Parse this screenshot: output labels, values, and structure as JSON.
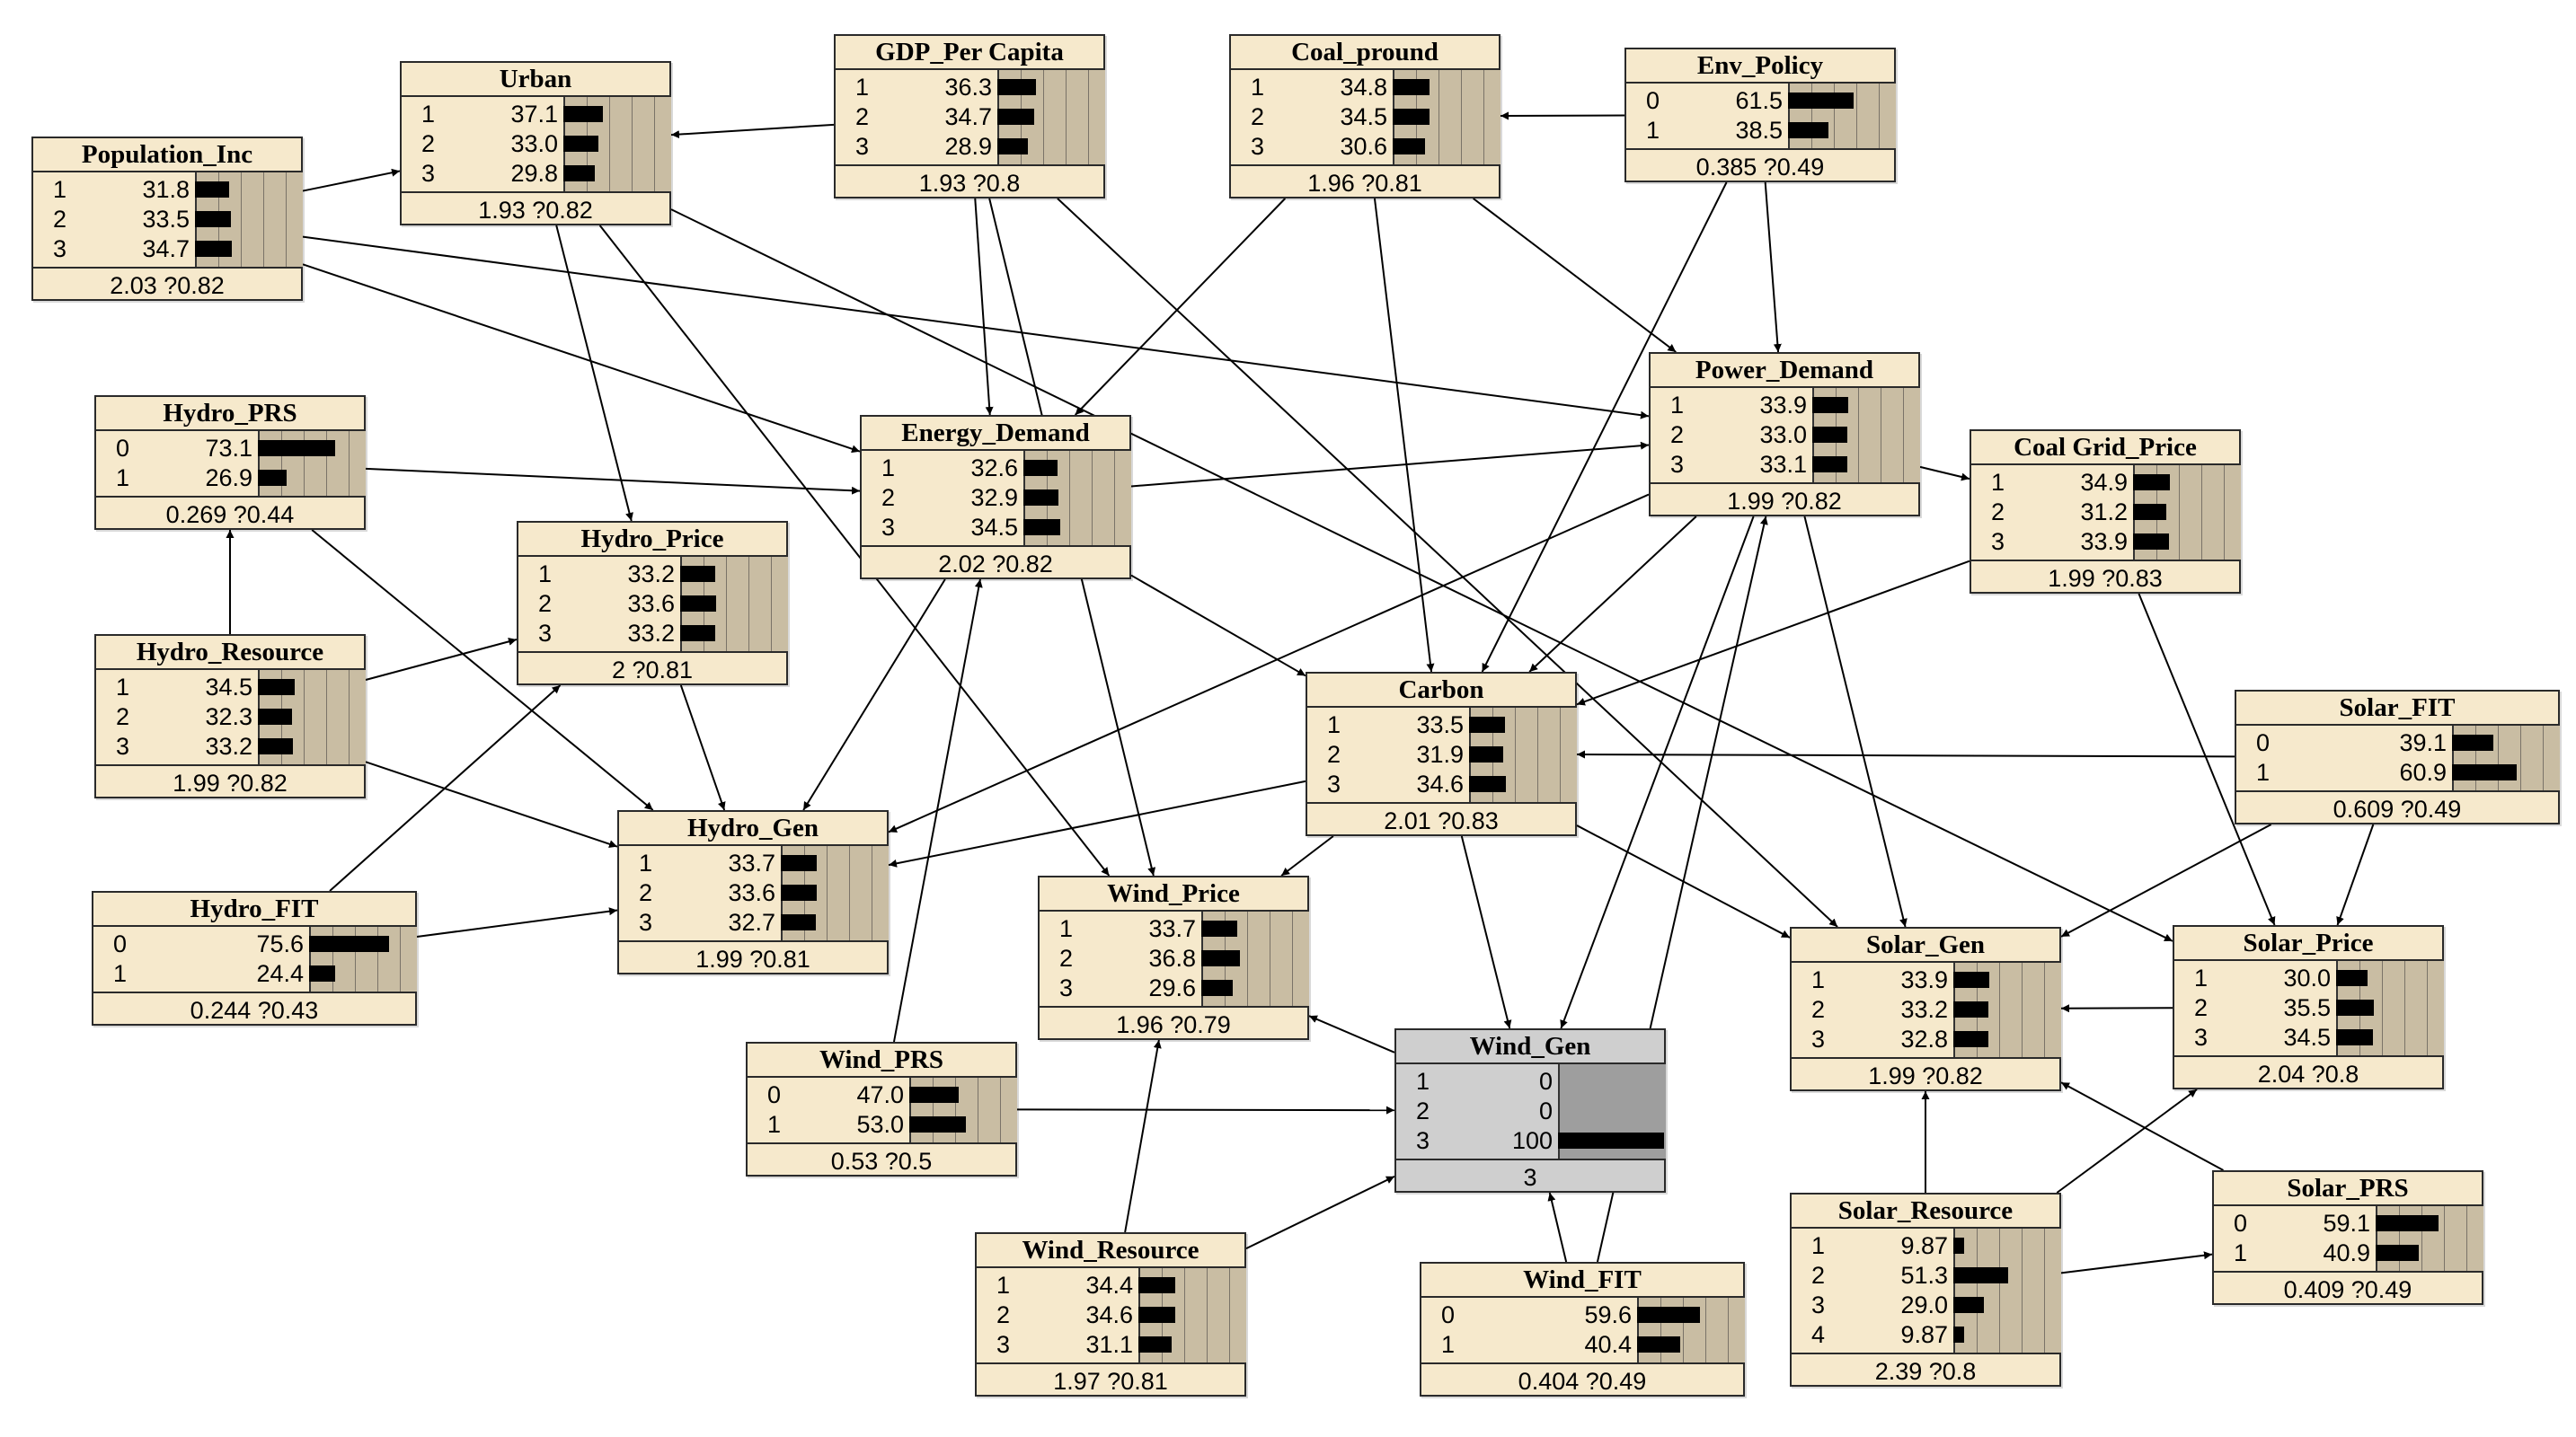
{
  "nodes": [
    {
      "id": "population_inc",
      "title": "Population_Inc",
      "states": [
        {
          "name": "1",
          "value": "31.8",
          "pct": 31.8
        },
        {
          "name": "2",
          "value": "33.5",
          "pct": 33.5
        },
        {
          "name": "3",
          "value": "34.7",
          "pct": 34.7
        }
      ],
      "stats": "2.03 ?0.82"
    },
    {
      "id": "urban",
      "title": "Urban",
      "states": [
        {
          "name": "1",
          "value": "37.1",
          "pct": 37.1
        },
        {
          "name": "2",
          "value": "33.0",
          "pct": 33.0
        },
        {
          "name": "3",
          "value": "29.8",
          "pct": 29.8
        }
      ],
      "stats": "1.93 ?0.82"
    },
    {
      "id": "gdp_per_capita",
      "title": "GDP_Per Capita",
      "states": [
        {
          "name": "1",
          "value": "36.3",
          "pct": 36.3
        },
        {
          "name": "2",
          "value": "34.7",
          "pct": 34.7
        },
        {
          "name": "3",
          "value": "28.9",
          "pct": 28.9
        }
      ],
      "stats": "1.93 ?0.8"
    },
    {
      "id": "coal_pround",
      "title": "Coal_pround",
      "states": [
        {
          "name": "1",
          "value": "34.8",
          "pct": 34.8
        },
        {
          "name": "2",
          "value": "34.5",
          "pct": 34.5
        },
        {
          "name": "3",
          "value": "30.6",
          "pct": 30.6
        }
      ],
      "stats": "1.96 ?0.81"
    },
    {
      "id": "env_policy",
      "title": "Env_Policy",
      "states": [
        {
          "name": "0",
          "value": "61.5",
          "pct": 61.5
        },
        {
          "name": "1",
          "value": "38.5",
          "pct": 38.5
        }
      ],
      "stats": "0.385 ?0.49"
    },
    {
      "id": "hydro_prs",
      "title": "Hydro_PRS",
      "states": [
        {
          "name": "0",
          "value": "73.1",
          "pct": 73.1
        },
        {
          "name": "1",
          "value": "26.9",
          "pct": 26.9
        }
      ],
      "stats": "0.269 ?0.44"
    },
    {
      "id": "energy_demand",
      "title": "Energy_Demand",
      "states": [
        {
          "name": "1",
          "value": "32.6",
          "pct": 32.6
        },
        {
          "name": "2",
          "value": "32.9",
          "pct": 32.9
        },
        {
          "name": "3",
          "value": "34.5",
          "pct": 34.5
        }
      ],
      "stats": "2.02 ?0.82"
    },
    {
      "id": "power_demand",
      "title": "Power_Demand",
      "states": [
        {
          "name": "1",
          "value": "33.9",
          "pct": 33.9
        },
        {
          "name": "2",
          "value": "33.0",
          "pct": 33.0
        },
        {
          "name": "3",
          "value": "33.1",
          "pct": 33.1
        }
      ],
      "stats": "1.99 ?0.82"
    },
    {
      "id": "coal_grid_price",
      "title": "Coal Grid_Price",
      "states": [
        {
          "name": "1",
          "value": "34.9",
          "pct": 34.9
        },
        {
          "name": "2",
          "value": "31.2",
          "pct": 31.2
        },
        {
          "name": "3",
          "value": "33.9",
          "pct": 33.9
        }
      ],
      "stats": "1.99 ?0.83"
    },
    {
      "id": "hydro_price",
      "title": "Hydro_Price",
      "states": [
        {
          "name": "1",
          "value": "33.2",
          "pct": 33.2
        },
        {
          "name": "2",
          "value": "33.6",
          "pct": 33.6
        },
        {
          "name": "3",
          "value": "33.2",
          "pct": 33.2
        }
      ],
      "stats": "2 ?0.81"
    },
    {
      "id": "hydro_resource",
      "title": "Hydro_Resource",
      "states": [
        {
          "name": "1",
          "value": "34.5",
          "pct": 34.5
        },
        {
          "name": "2",
          "value": "32.3",
          "pct": 32.3
        },
        {
          "name": "3",
          "value": "33.2",
          "pct": 33.2
        }
      ],
      "stats": "1.99 ?0.82"
    },
    {
      "id": "carbon",
      "title": "Carbon",
      "states": [
        {
          "name": "1",
          "value": "33.5",
          "pct": 33.5
        },
        {
          "name": "2",
          "value": "31.9",
          "pct": 31.9
        },
        {
          "name": "3",
          "value": "34.6",
          "pct": 34.6
        }
      ],
      "stats": "2.01 ?0.83"
    },
    {
      "id": "solar_fit",
      "title": "Solar_FIT",
      "states": [
        {
          "name": "0",
          "value": "39.1",
          "pct": 39.1
        },
        {
          "name": "1",
          "value": "60.9",
          "pct": 60.9
        }
      ],
      "stats": "0.609 ?0.49"
    },
    {
      "id": "hydro_gen",
      "title": "Hydro_Gen",
      "states": [
        {
          "name": "1",
          "value": "33.7",
          "pct": 33.7
        },
        {
          "name": "2",
          "value": "33.6",
          "pct": 33.6
        },
        {
          "name": "3",
          "value": "32.7",
          "pct": 32.7
        }
      ],
      "stats": "1.99 ?0.81"
    },
    {
      "id": "hydro_fit",
      "title": "Hydro_FIT",
      "states": [
        {
          "name": "0",
          "value": "75.6",
          "pct": 75.6
        },
        {
          "name": "1",
          "value": "24.4",
          "pct": 24.4
        }
      ],
      "stats": "0.244 ?0.43"
    },
    {
      "id": "wind_price",
      "title": "Wind_Price",
      "states": [
        {
          "name": "1",
          "value": "33.7",
          "pct": 33.7
        },
        {
          "name": "2",
          "value": "36.8",
          "pct": 36.8
        },
        {
          "name": "3",
          "value": "29.6",
          "pct": 29.6
        }
      ],
      "stats": "1.96 ?0.79"
    },
    {
      "id": "solar_gen",
      "title": "Solar_Gen",
      "states": [
        {
          "name": "1",
          "value": "33.9",
          "pct": 33.9
        },
        {
          "name": "2",
          "value": "33.2",
          "pct": 33.2
        },
        {
          "name": "3",
          "value": "32.8",
          "pct": 32.8
        }
      ],
      "stats": "1.99 ?0.82"
    },
    {
      "id": "solar_price",
      "title": "Solar_Price",
      "states": [
        {
          "name": "1",
          "value": "30.0",
          "pct": 30.0
        },
        {
          "name": "2",
          "value": "35.5",
          "pct": 35.5
        },
        {
          "name": "3",
          "value": "34.5",
          "pct": 34.5
        }
      ],
      "stats": "2.04 ?0.8"
    },
    {
      "id": "wind_prs",
      "title": "Wind_PRS",
      "states": [
        {
          "name": "0",
          "value": "47.0",
          "pct": 47.0
        },
        {
          "name": "1",
          "value": "53.0",
          "pct": 53.0
        }
      ],
      "stats": "0.53 ?0.5"
    },
    {
      "id": "wind_gen",
      "title": "Wind_Gen",
      "evidence": true,
      "states": [
        {
          "name": "1",
          "value": "0",
          "pct": 0
        },
        {
          "name": "2",
          "value": "0",
          "pct": 0
        },
        {
          "name": "3",
          "value": "100",
          "pct": 100
        }
      ],
      "stats": "3"
    },
    {
      "id": "solar_resource",
      "title": "Solar_Resource",
      "states": [
        {
          "name": "1",
          "value": "9.87",
          "pct": 9.87
        },
        {
          "name": "2",
          "value": "51.3",
          "pct": 51.3
        },
        {
          "name": "3",
          "value": "29.0",
          "pct": 29.0
        },
        {
          "name": "4",
          "value": "9.87",
          "pct": 9.87
        }
      ],
      "stats": "2.39 ?0.8"
    },
    {
      "id": "solar_prs",
      "title": "Solar_PRS",
      "states": [
        {
          "name": "0",
          "value": "59.1",
          "pct": 59.1
        },
        {
          "name": "1",
          "value": "40.9",
          "pct": 40.9
        }
      ],
      "stats": "0.409 ?0.49"
    },
    {
      "id": "wind_resource",
      "title": "Wind_Resource",
      "states": [
        {
          "name": "1",
          "value": "34.4",
          "pct": 34.4
        },
        {
          "name": "2",
          "value": "34.6",
          "pct": 34.6
        },
        {
          "name": "3",
          "value": "31.1",
          "pct": 31.1
        }
      ],
      "stats": "1.97 ?0.81"
    },
    {
      "id": "wind_fit",
      "title": "Wind_FIT",
      "states": [
        {
          "name": "0",
          "value": "59.6",
          "pct": 59.6
        },
        {
          "name": "1",
          "value": "40.4",
          "pct": 40.4
        }
      ],
      "stats": "0.404 ?0.49"
    }
  ],
  "edges": [
    [
      "population_inc",
      "urban"
    ],
    [
      "population_inc",
      "energy_demand"
    ],
    [
      "population_inc",
      "power_demand"
    ],
    [
      "gdp_per_capita",
      "urban"
    ],
    [
      "gdp_per_capita",
      "energy_demand"
    ],
    [
      "gdp_per_capita",
      "wind_price"
    ],
    [
      "gdp_per_capita",
      "solar_gen"
    ],
    [
      "env_policy",
      "coal_pround"
    ],
    [
      "env_policy",
      "power_demand"
    ],
    [
      "env_policy",
      "carbon"
    ],
    [
      "coal_pround",
      "energy_demand"
    ],
    [
      "coal_pround",
      "power_demand"
    ],
    [
      "coal_pround",
      "carbon"
    ],
    [
      "urban",
      "hydro_price"
    ],
    [
      "urban",
      "wind_price"
    ],
    [
      "urban",
      "solar_price"
    ],
    [
      "hydro_prs",
      "energy_demand"
    ],
    [
      "hydro_prs",
      "hydro_gen"
    ],
    [
      "hydro_resource",
      "hydro_prs"
    ],
    [
      "hydro_resource",
      "hydro_price"
    ],
    [
      "hydro_resource",
      "hydro_gen"
    ],
    [
      "hydro_fit",
      "hydro_price"
    ],
    [
      "hydro_fit",
      "hydro_gen"
    ],
    [
      "hydro_price",
      "hydro_gen"
    ],
    [
      "energy_demand",
      "power_demand"
    ],
    [
      "energy_demand",
      "hydro_gen"
    ],
    [
      "energy_demand",
      "carbon"
    ],
    [
      "power_demand",
      "coal_grid_price"
    ],
    [
      "power_demand",
      "hydro_gen"
    ],
    [
      "power_demand",
      "carbon"
    ],
    [
      "power_demand",
      "wind_gen"
    ],
    [
      "power_demand",
      "solar_gen"
    ],
    [
      "coal_grid_price",
      "carbon"
    ],
    [
      "coal_grid_price",
      "solar_price"
    ],
    [
      "solar_fit",
      "carbon"
    ],
    [
      "solar_fit",
      "solar_gen"
    ],
    [
      "solar_fit",
      "solar_price"
    ],
    [
      "carbon",
      "hydro_gen"
    ],
    [
      "carbon",
      "wind_price"
    ],
    [
      "carbon",
      "wind_gen"
    ],
    [
      "carbon",
      "solar_gen"
    ],
    [
      "wind_prs",
      "energy_demand"
    ],
    [
      "wind_prs",
      "wind_gen"
    ],
    [
      "wind_resource",
      "wind_price"
    ],
    [
      "wind_resource",
      "wind_gen"
    ],
    [
      "wind_fit",
      "wind_gen"
    ],
    [
      "wind_fit",
      "power_demand"
    ],
    [
      "wind_gen",
      "wind_price"
    ],
    [
      "solar_price",
      "solar_gen"
    ],
    [
      "solar_resource",
      "solar_gen"
    ],
    [
      "solar_resource",
      "solar_prs"
    ],
    [
      "solar_resource",
      "solar_price"
    ],
    [
      "solar_prs",
      "solar_gen"
    ]
  ]
}
